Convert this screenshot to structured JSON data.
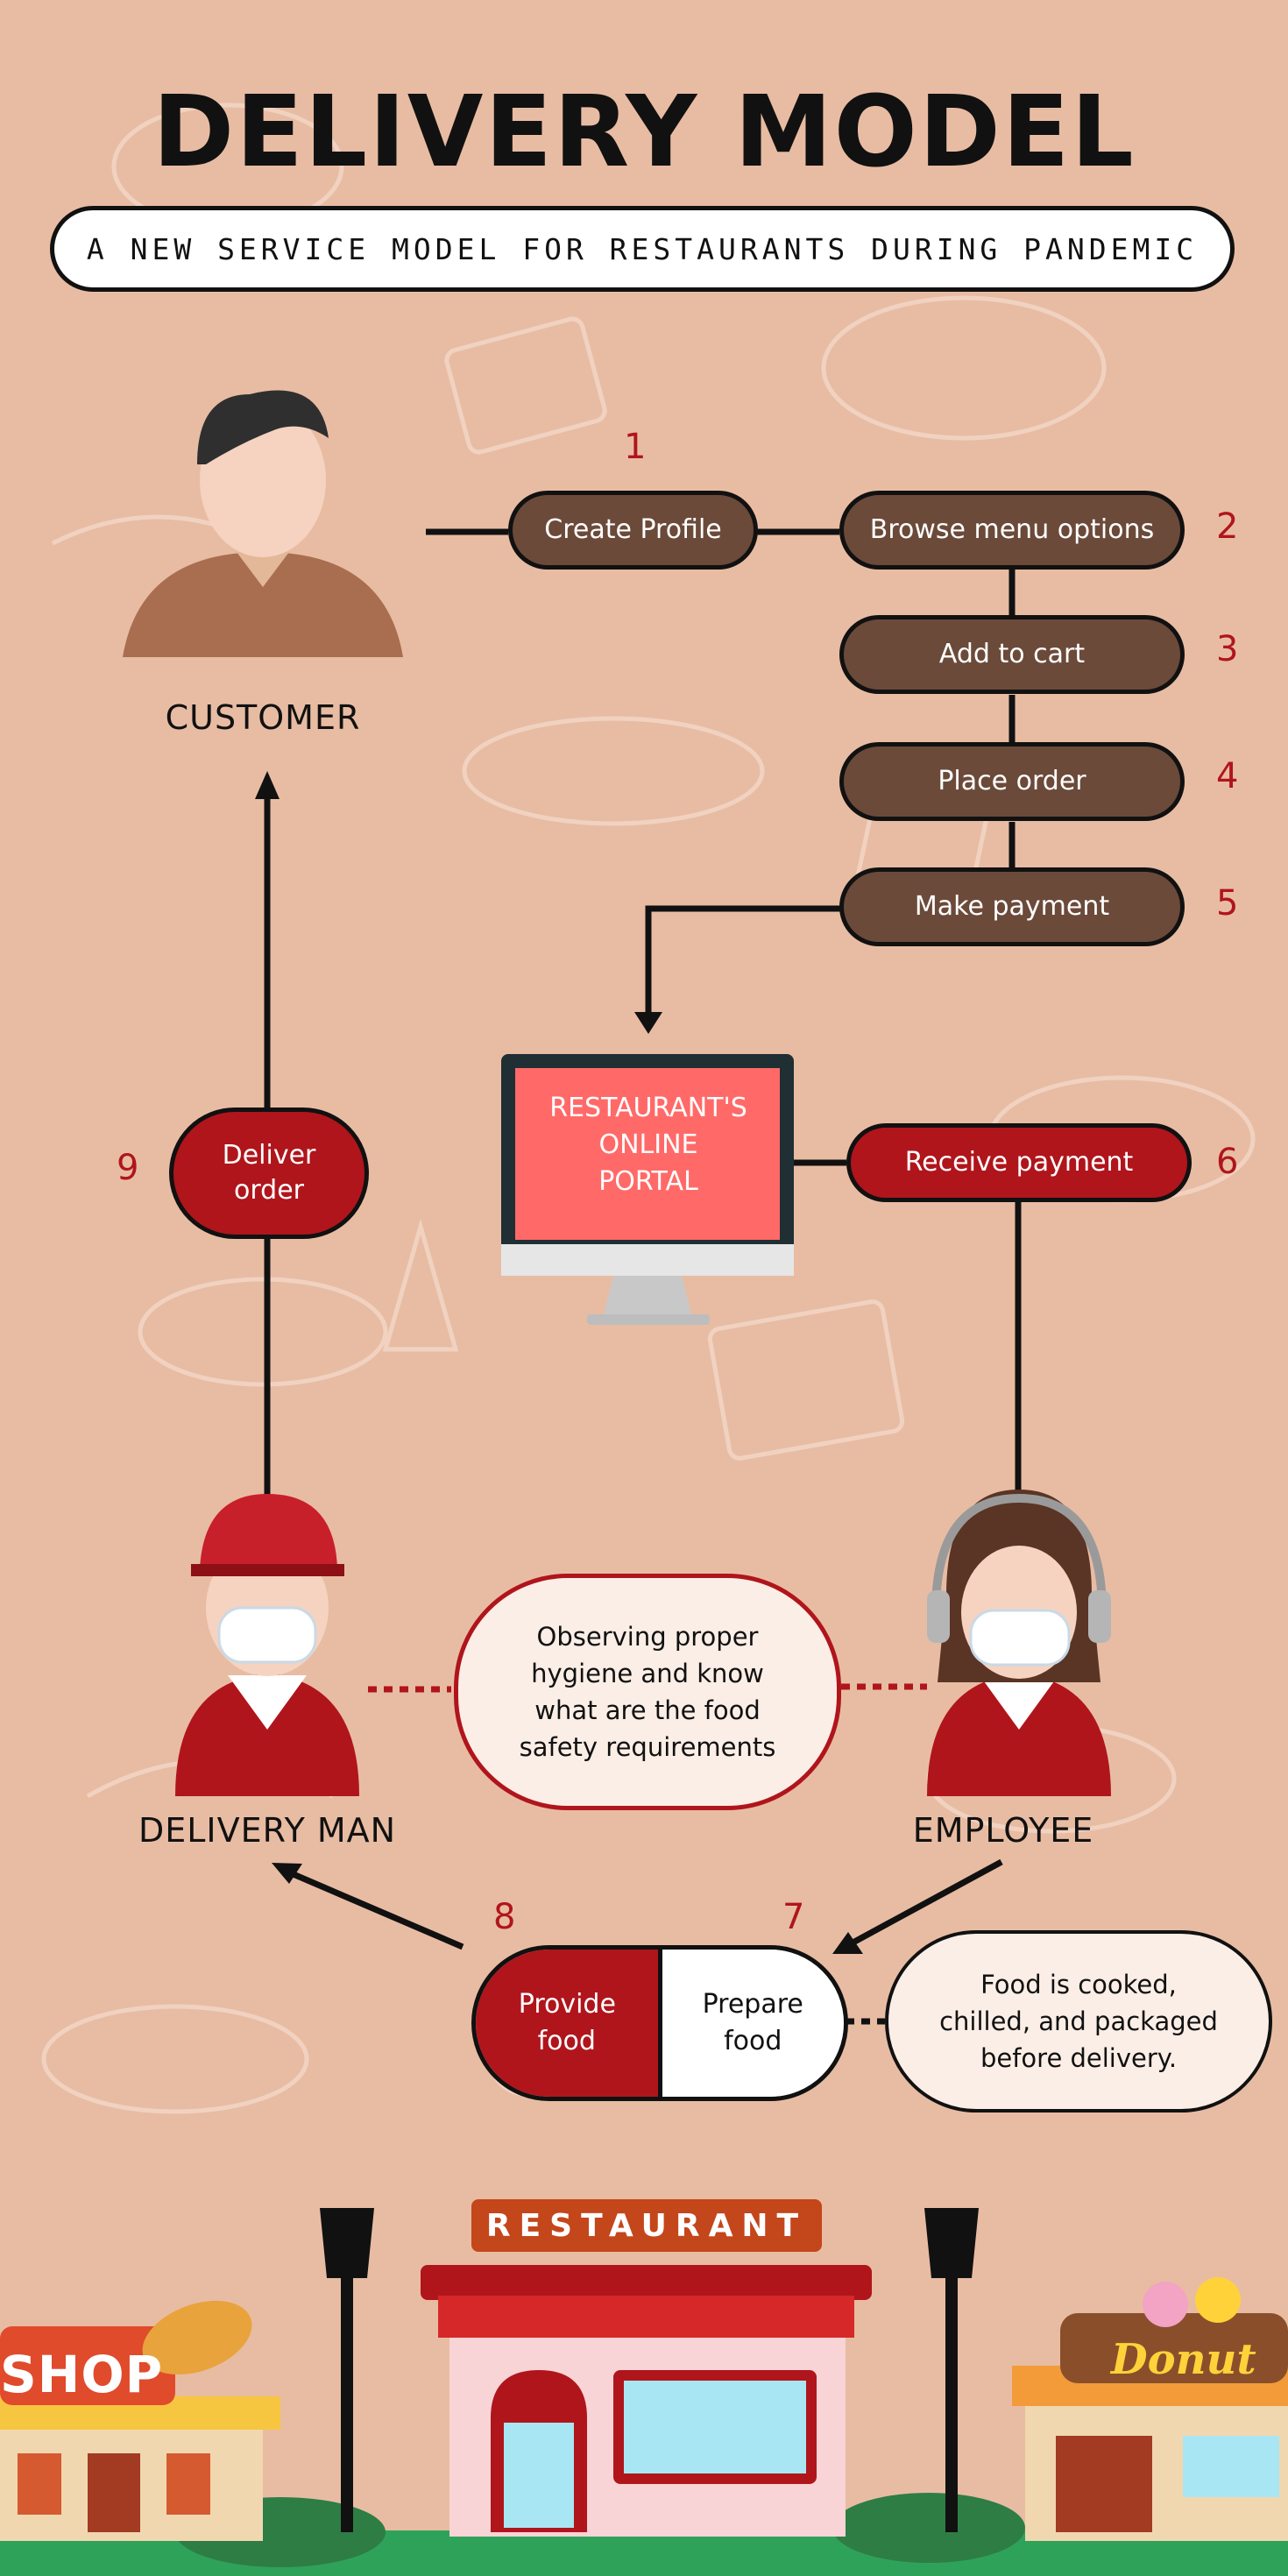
{
  "header": {
    "title": "DELIVERY MODEL",
    "subtitle": "A NEW SERVICE MODEL FOR RESTAURANTS DURING PANDEMIC"
  },
  "actors": {
    "customer": "CUSTOMER",
    "delivery_man": "DELIVERY MAN",
    "employee": "EMPLOYEE"
  },
  "steps": [
    {
      "number": "1",
      "label": "Create Profile"
    },
    {
      "number": "2",
      "label": "Browse menu options"
    },
    {
      "number": "3",
      "label": "Add to cart"
    },
    {
      "number": "4",
      "label": "Place order"
    },
    {
      "number": "5",
      "label": "Make payment"
    },
    {
      "number": "6",
      "label": "Receive payment"
    },
    {
      "number": "7",
      "label": "Prepare food"
    },
    {
      "number": "8",
      "label": "Provide food"
    },
    {
      "number": "9",
      "label": "Deliver order"
    }
  ],
  "portal": {
    "label": "RESTAURANT'S ONLINE PORTAL"
  },
  "notes": {
    "hygiene": "Observing proper hygiene and know what are the food safety requirements",
    "food": "Food is cooked, chilled, and packaged before delivery."
  },
  "scene": {
    "restaurant_sign": "RESTAURANT",
    "shop_sign": "SHOP",
    "donut_sign": "Donut"
  },
  "colors": {
    "background": "#e8bca3",
    "brown_step": "#6b4a3a",
    "red_step": "#b0151c",
    "portal_screen": "#ff6a68",
    "ink": "#111111"
  }
}
